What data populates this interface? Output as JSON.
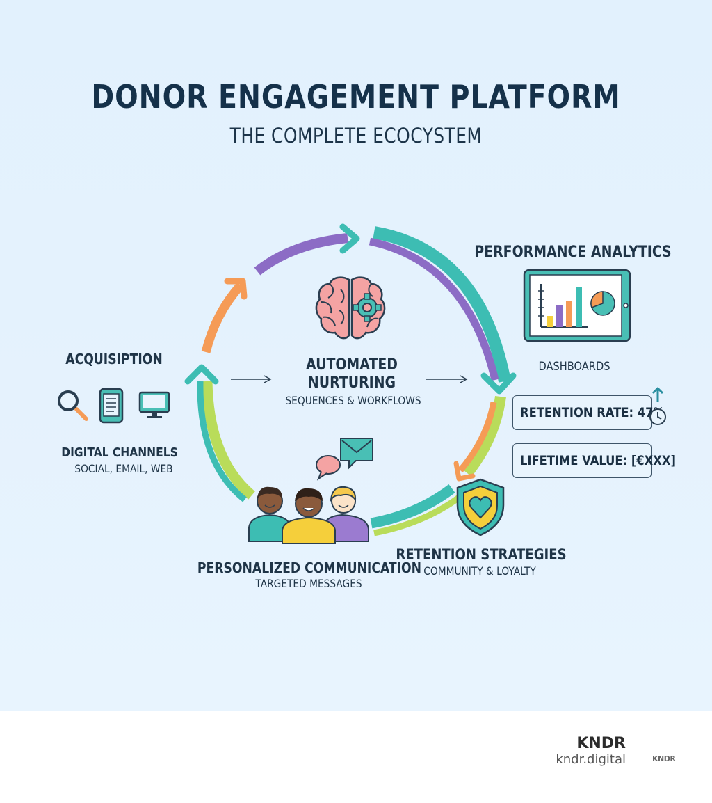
{
  "header": {
    "title": "DONOR ENGAGEMENT PLATFORM",
    "subtitle": "THE COMPLETE ECOCYSTEM"
  },
  "acquisition": {
    "title": "ACQUISIPTION",
    "channels_title": "DIGITAL CHANNELS",
    "channels_sub": "SOCIAL, EMAIL, WEB",
    "icons": [
      "magnifier-icon",
      "tablet-icon",
      "monitor-icon"
    ]
  },
  "nurturing": {
    "title_line1": "AUTOMATED",
    "title_line2": "NURTURING",
    "sub": "SEQUENCES & WORKFLOWS",
    "icon": "brain-gear-icon"
  },
  "analytics": {
    "title": "PERFORMANCE ANALYTICS",
    "sub": "DASHBOARDS",
    "icon": "dashboard-tablet-icon",
    "metrics": [
      {
        "label": "RETENTION RATE: 47%"
      },
      {
        "label": "LIFETIME VALUE: [€XXX]"
      }
    ]
  },
  "communication": {
    "title": "PERSONALIZED COMMUNICATION",
    "sub": "TARGETED MESSAGES",
    "icon": "people-chat-icon"
  },
  "retention": {
    "title": "RETENTION STRATEGIES",
    "sub": "COMMUNITY & LOYALTY",
    "icon": "heart-shield-icon"
  },
  "footer": {
    "brand": "KNDR",
    "url": "kndr.digital",
    "mark": "KNDR"
  },
  "colors": {
    "teal": "#3dbdb3",
    "purple": "#8c6cc5",
    "orange": "#f59b56",
    "lime": "#b9dc5a",
    "navy": "#15314a",
    "background": "#e3f1fd"
  }
}
